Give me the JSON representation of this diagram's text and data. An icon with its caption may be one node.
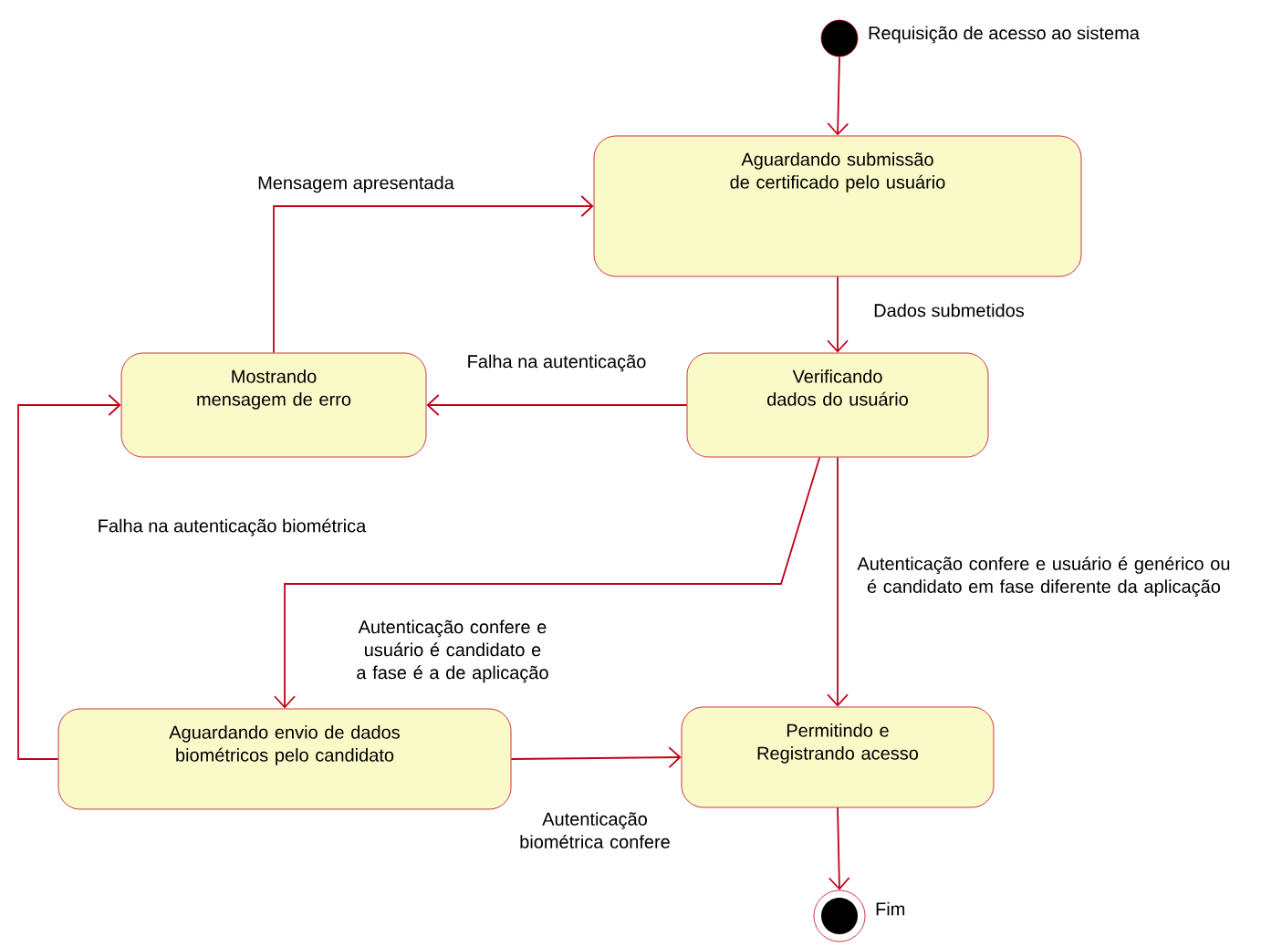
{
  "diagram": {
    "nodes": [
      {
        "text": [],
        "shape": "circle",
        "beside": [
          "Requisição de acesso ao sistema"
        ]
      },
      {
        "text": [
          "Aguardando submissão de certificado pelo usuário"
        ]
      },
      {
        "text": [
          "Mostrando mensagem de erro"
        ]
      },
      {
        "text": [
          "Verificando dados do usuário"
        ]
      },
      {
        "text": [
          "Aguardando envio de dados biométricos pelo candidato"
        ]
      },
      {
        "text": [
          "Permitindo e Registrando acesso"
        ]
      },
      {
        "text": [],
        "shape": "circle",
        "beside": [
          "Fim"
        ]
      }
    ],
    "edges": [
      {
        "from": 0,
        "to": 1,
        "arrow": "to"
      },
      {
        "from": 1,
        "to": 3,
        "arrow": "to",
        "label": "Dados submetidos"
      },
      {
        "from": 3,
        "to": 2,
        "arrow": "to",
        "label": "Falha na autenticação"
      },
      {
        "from": 2,
        "to": 1,
        "arrow": "to",
        "label": "Mensagem apresentada"
      },
      {
        "from": 3,
        "to": 4,
        "arrow": "to",
        "label": "Autenticação confere e usuário é candidato e a fase é a de aplicação"
      },
      {
        "from": 3,
        "to": 5,
        "arrow": "to",
        "label": "Autenticação confere e usuário é genérico ou é candidato em fase diferente da aplicação"
      },
      {
        "from": 4,
        "to": 2,
        "arrow": "to",
        "label": "Falha na autenticação biométrica"
      },
      {
        "from": 4,
        "to": 5,
        "arrow": "to",
        "label": "Autenticação biométrica confere"
      },
      {
        "from": 5,
        "to": 6,
        "arrow": "to"
      }
    ]
  }
}
